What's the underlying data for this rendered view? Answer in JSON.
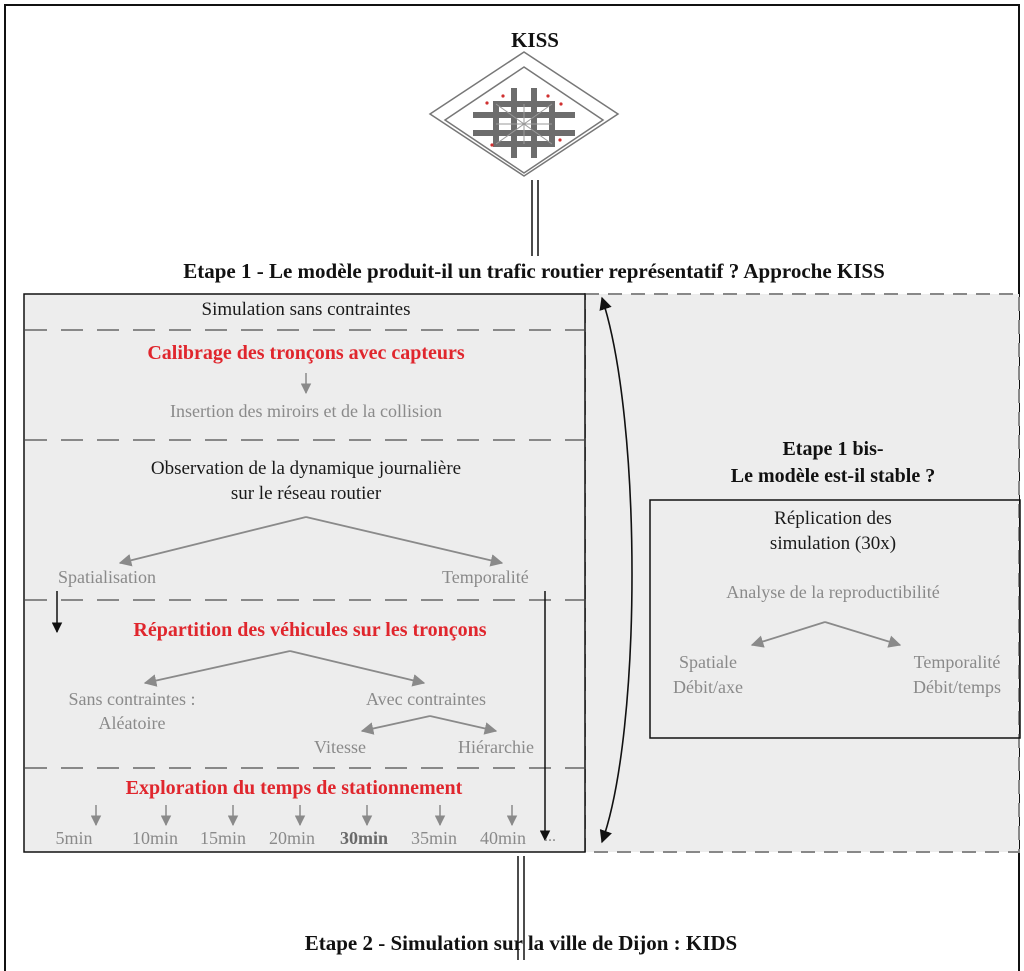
{
  "header": {
    "title": "KISS"
  },
  "step1": {
    "title": "Etape 1 - Le modèle produit-il un trafic routier représentatif ? Approche KISS",
    "section_unconstrained": "Simulation sans contraintes",
    "calibration": "Calibrage des tronçons avec capteurs",
    "mirrors": "Insertion des miroirs et de la collision",
    "observation_line1": "Observation de la dynamique journalière",
    "observation_line2": "sur le réseau routier",
    "spatial": "Spatialisation",
    "temporal": "Temporalité",
    "distribution": "Répartition des véhicules sur les tronçons",
    "without_constraints_line1": "Sans contraintes :",
    "without_constraints_line2": "Aléatoire",
    "with_constraints": "Avec contraintes",
    "speed": "Vitesse",
    "hierarchy": "Hiérarchie",
    "parking": "Exploration du temps de stationnement",
    "durations": [
      "5min",
      "10min",
      "15min",
      "20min",
      "30min",
      "35min",
      "40min",
      "..."
    ],
    "highlighted_duration": "30min"
  },
  "step1bis": {
    "title_line1": "Etape 1 bis-",
    "title_line2": "Le modèle est-il stable ?",
    "replication_line1": "Réplication des",
    "replication_line2": "simulation (30x)",
    "reproducibility": "Analyse de la reproductibilité",
    "spatial_line1": "Spatiale",
    "spatial_line2": "Débit/axe",
    "temporal_line1": "Temporalité",
    "temporal_line2": "Débit/temps"
  },
  "step2": {
    "title": "Etape 2 - Simulation sur la ville de Dijon : KIDS"
  },
  "colors": {
    "highlight": "#e0262d",
    "muted": "#8a8a8a",
    "panel": "#ededed"
  }
}
